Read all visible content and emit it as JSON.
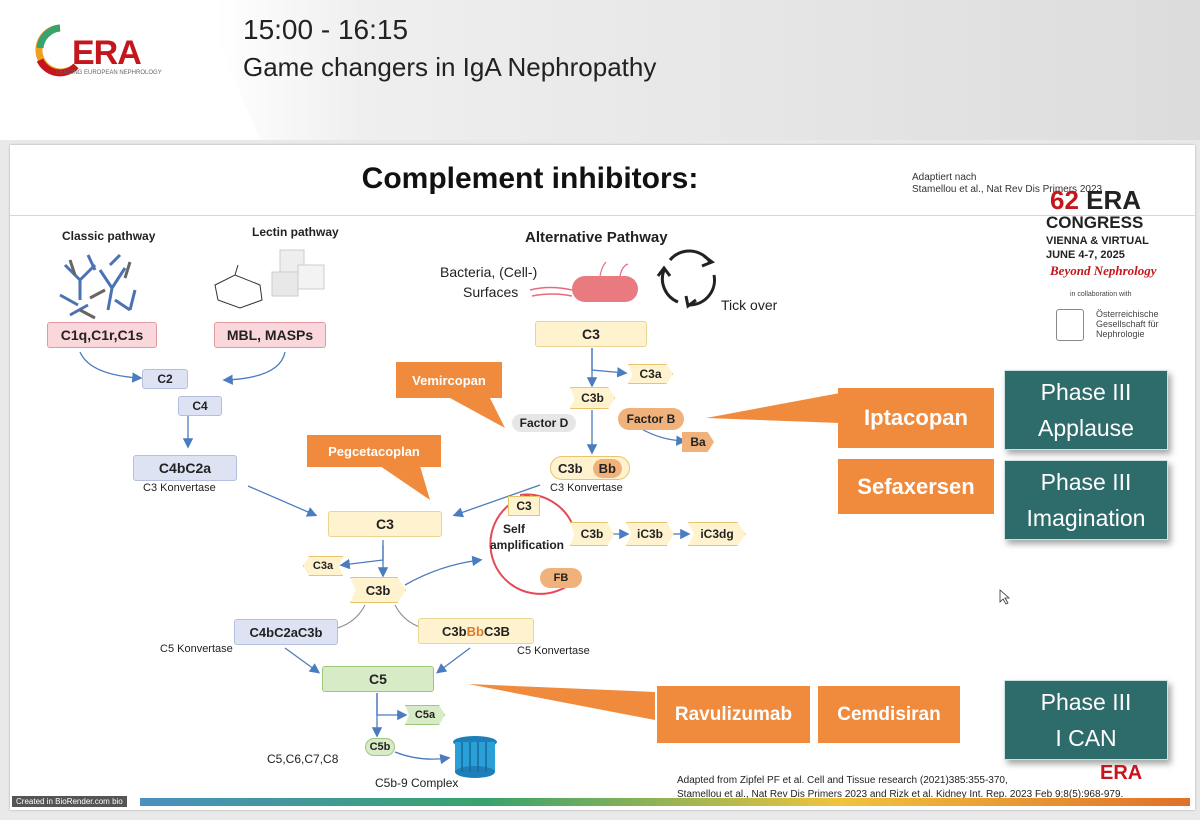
{
  "header": {
    "logo_text": "ERA",
    "logo_subtitle": "LEADING EUROPEAN NEPHROLOGY",
    "time": "15:00 - 16:15",
    "session": "Game changers in IgA Nephropathy"
  },
  "slide": {
    "title": "Complement inhibitors:",
    "adapted_top_1": "Adaptiert nach",
    "adapted_top_2": "Stamellou et al., Nat Rev Dis Primers 2023",
    "congress": {
      "number": "62",
      "era": "ERA",
      "congress": "CONGRESS",
      "location": "VIENNA & VIRTUAL",
      "dates": "JUNE 4-7, 2025",
      "tagline": "Beyond Nephrology",
      "collab": "in collaboration with",
      "oegn_1": "Österreichische",
      "oegn_2": "Gesellschaft für",
      "oegn_3": "Nephrologie"
    }
  },
  "pathways": {
    "classic": "Classic pathway",
    "lectin": "Lectin pathway",
    "alternative": "Alternative Pathway",
    "bacteria_1": "Bacteria, (Cell-)",
    "bacteria_2": "Surfaces",
    "tick_over": "Tick over"
  },
  "nodes": {
    "c1": "C1q,C1r,C1s",
    "mbl": "MBL, MASPs",
    "c2": "C2",
    "c4": "C4",
    "c4bc2a": "C4bC2a",
    "c3_konv_left": "C3 Konvertase",
    "c3_top": "C3",
    "c3a_top": "C3a",
    "c3b_top": "C3b",
    "factor_d": "Factor D",
    "factor_b": "Factor B",
    "ba": "Ba",
    "c3b_bb_1": "C3b",
    "c3b_bb_2": "Bb",
    "c3_konv_right": "C3 Konvertase",
    "c3_mid": "C3",
    "c3a_mid": "C3a",
    "c3b_mid": "C3b",
    "loop_c3": "C3",
    "self_amp_1": "Self",
    "self_amp_2": "amplification",
    "fb": "FB",
    "c3b_loop": "C3b",
    "ic3b": "iC3b",
    "ic3dg": "iC3dg",
    "c4bc2ac3b": "C4bC2aC3b",
    "c5_konv_left": "C5 Konvertase",
    "c3bbbc3b_1": "C3b",
    "c3bbbc3b_2": "Bb",
    "c3bbbc3b_3": "C3B",
    "c5_konv_right": "C5 Konvertase",
    "c5": "C5",
    "c5a": "C5a",
    "c5b": "C5b",
    "c5_c8": "C5,C6,C7,C8",
    "mac": "C5b-9 Complex"
  },
  "drugs": {
    "vemircopan": "Vemircopan",
    "pegcetacoplan": "Pegcetacoplan",
    "iptacopan": "Iptacopan",
    "sefaxersen": "Sefaxersen",
    "ravulizumab": "Ravulizumab",
    "cemdisiran": "Cemdisiran"
  },
  "trials": [
    {
      "phase": "Phase III",
      "name": "Applause"
    },
    {
      "phase": "Phase III",
      "name": "Imagination"
    },
    {
      "phase": "Phase III",
      "name": "I CAN"
    }
  ],
  "footer": {
    "ref_1": "Adapted from Zipfel PF et al. Cell and Tissue research (2021)385:355-370,",
    "ref_2": "Stamellou et al., Nat Rev Dis Primers 2023 and Rizk et al. Kidney Int. Rep. 2023 Feb 9;8(5):968-979.",
    "biorender": "Created in BioRender.com",
    "bio": "bio"
  },
  "colors": {
    "orange": "#f08a3c",
    "teal": "#2e6b6b",
    "era_red": "#c4161c",
    "bb_orange": "#e07a2a"
  }
}
